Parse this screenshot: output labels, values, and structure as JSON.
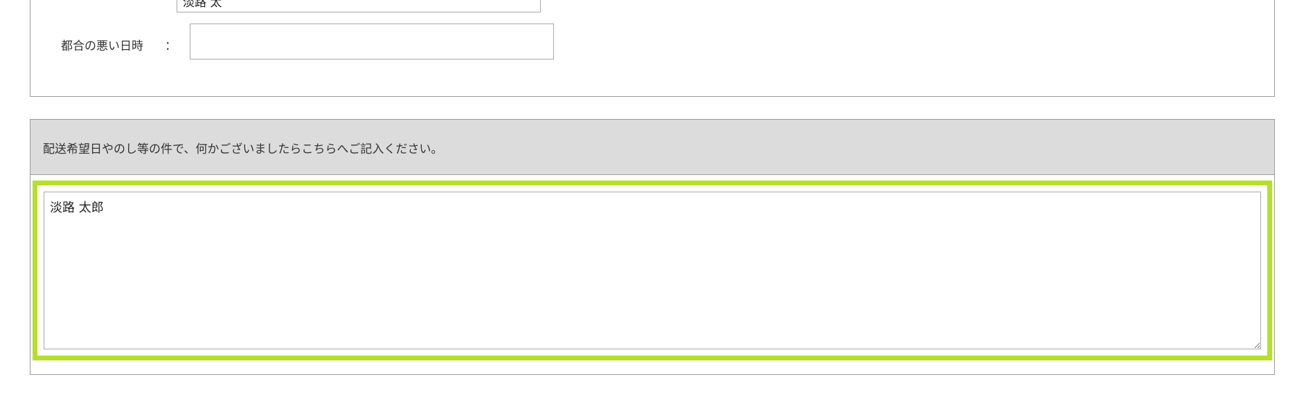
{
  "form": {
    "previous_field_value": "淡路 太",
    "unavailable_datetime": {
      "label": "都合の悪い日時",
      "colon": "：",
      "value": ""
    }
  },
  "remarks": {
    "prompt": "配送希望日やのし等の件で、何かございましたらこちらへご記入ください。",
    "value": "淡路 太郎",
    "highlight_color": "#b5e02a"
  }
}
